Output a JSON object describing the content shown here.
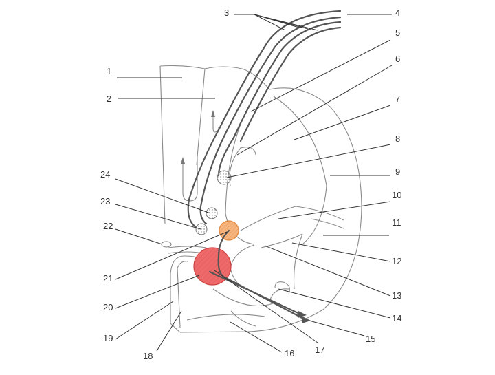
{
  "labels": [
    "1",
    "2",
    "3",
    "4",
    "5",
    "6",
    "7",
    "8",
    "9",
    "10",
    "11",
    "12",
    "13",
    "14",
    "15",
    "16",
    "17",
    "18",
    "19",
    "20",
    "21",
    "22",
    "23",
    "24"
  ],
  "colors": {
    "line": "#8a8a8a",
    "fiber": "#555555",
    "leader": "#333333",
    "nucleus_orange_fill": "#f6b57e",
    "nucleus_orange_stroke": "#e08840",
    "nucleus_red_fill": "#ee6a6a",
    "nucleus_red_stroke": "#d04040"
  }
}
